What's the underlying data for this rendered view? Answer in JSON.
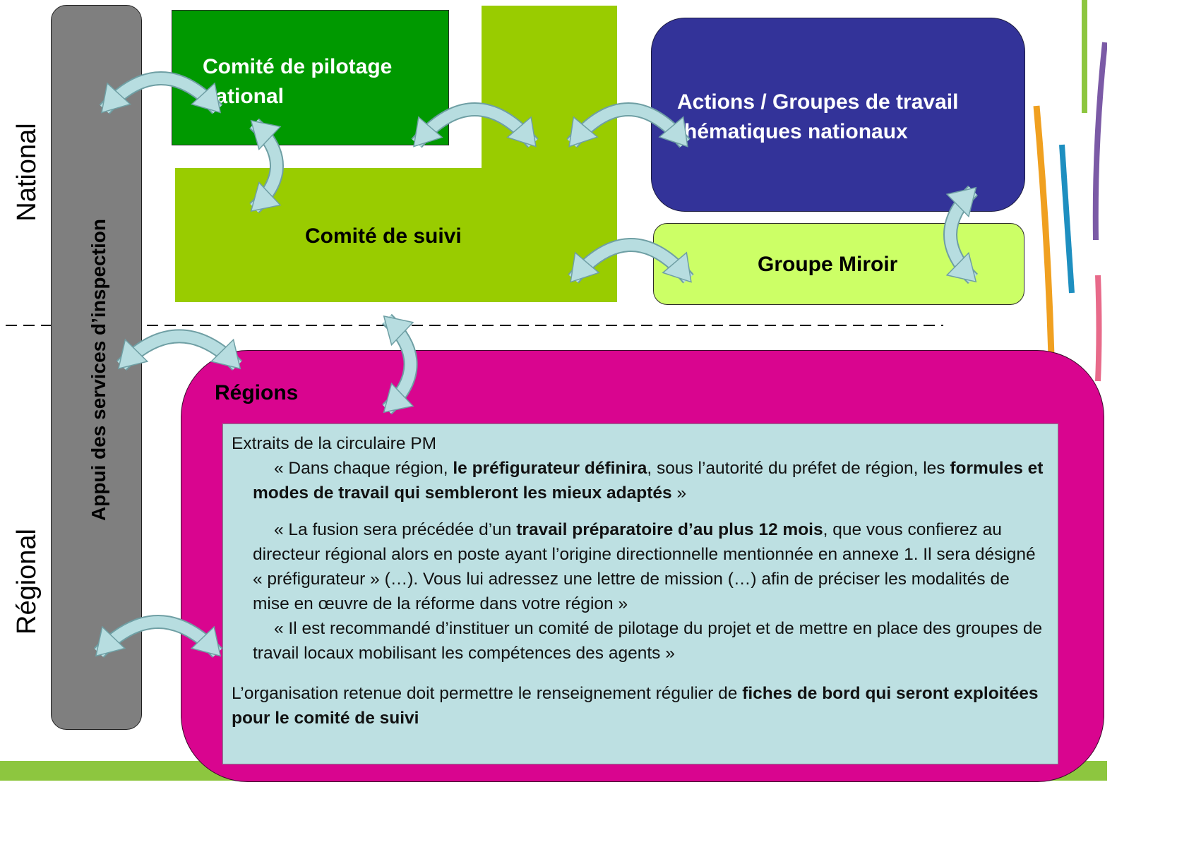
{
  "side_labels": {
    "national": "National",
    "regional": "Régional"
  },
  "inspection_bar": {
    "label": "Appui des services d’inspection"
  },
  "boxes": {
    "comite_pilotage": "Comité de pilotage national",
    "comite_suivi": "Comité de suivi",
    "actions_groupes": "Actions / Groupes de travail thématiques nationaux",
    "groupe_miroir": "Groupe Miroir",
    "regions": "Régions"
  },
  "excerpt": {
    "heading": "Extraits de la circulaire PM",
    "q1_part1": "« Dans chaque région, ",
    "q1_bold1": "le préfigurateur définira",
    "q1_part2": ", sous l’autorité du préfet de région, les ",
    "q1_bold2": "formules et modes de travail qui sembleront les mieux adaptés",
    "q1_part3": " »",
    "q2_part1": "« La fusion sera précédée d’un ",
    "q2_bold1": "travail préparatoire d’au plus 12 mois",
    "q2_part2": ", que vous confierez au directeur régional alors en poste ayant l’origine directionnelle mentionnée en annexe 1. Il sera désigné « préfigurateur » (…). Vous lui adressez une lettre de mission (…) afin de préciser les modalités de mise en œuvre de la réforme dans votre région »",
    "q3": "« Il est recommandé d’instituer un comité de pilotage du projet et de mettre en place des groupes de travail locaux mobilisant les compétences des agents »",
    "footer_part1": "L’organisation retenue doit permettre le renseignement régulier de  ",
    "footer_bold": "fiches de bord qui seront exploitées pour le comité de suivi"
  },
  "colors": {
    "pilotage": "#009900",
    "suivi": "#99cc00",
    "actions": "#333399",
    "miroir": "#ccff66",
    "regions": "#d9058f",
    "inspection": "#7f7f7f",
    "excerpt_bg": "#bde0e2",
    "arrow": "#b7dde0",
    "bottom_band": "#8dc63f"
  }
}
